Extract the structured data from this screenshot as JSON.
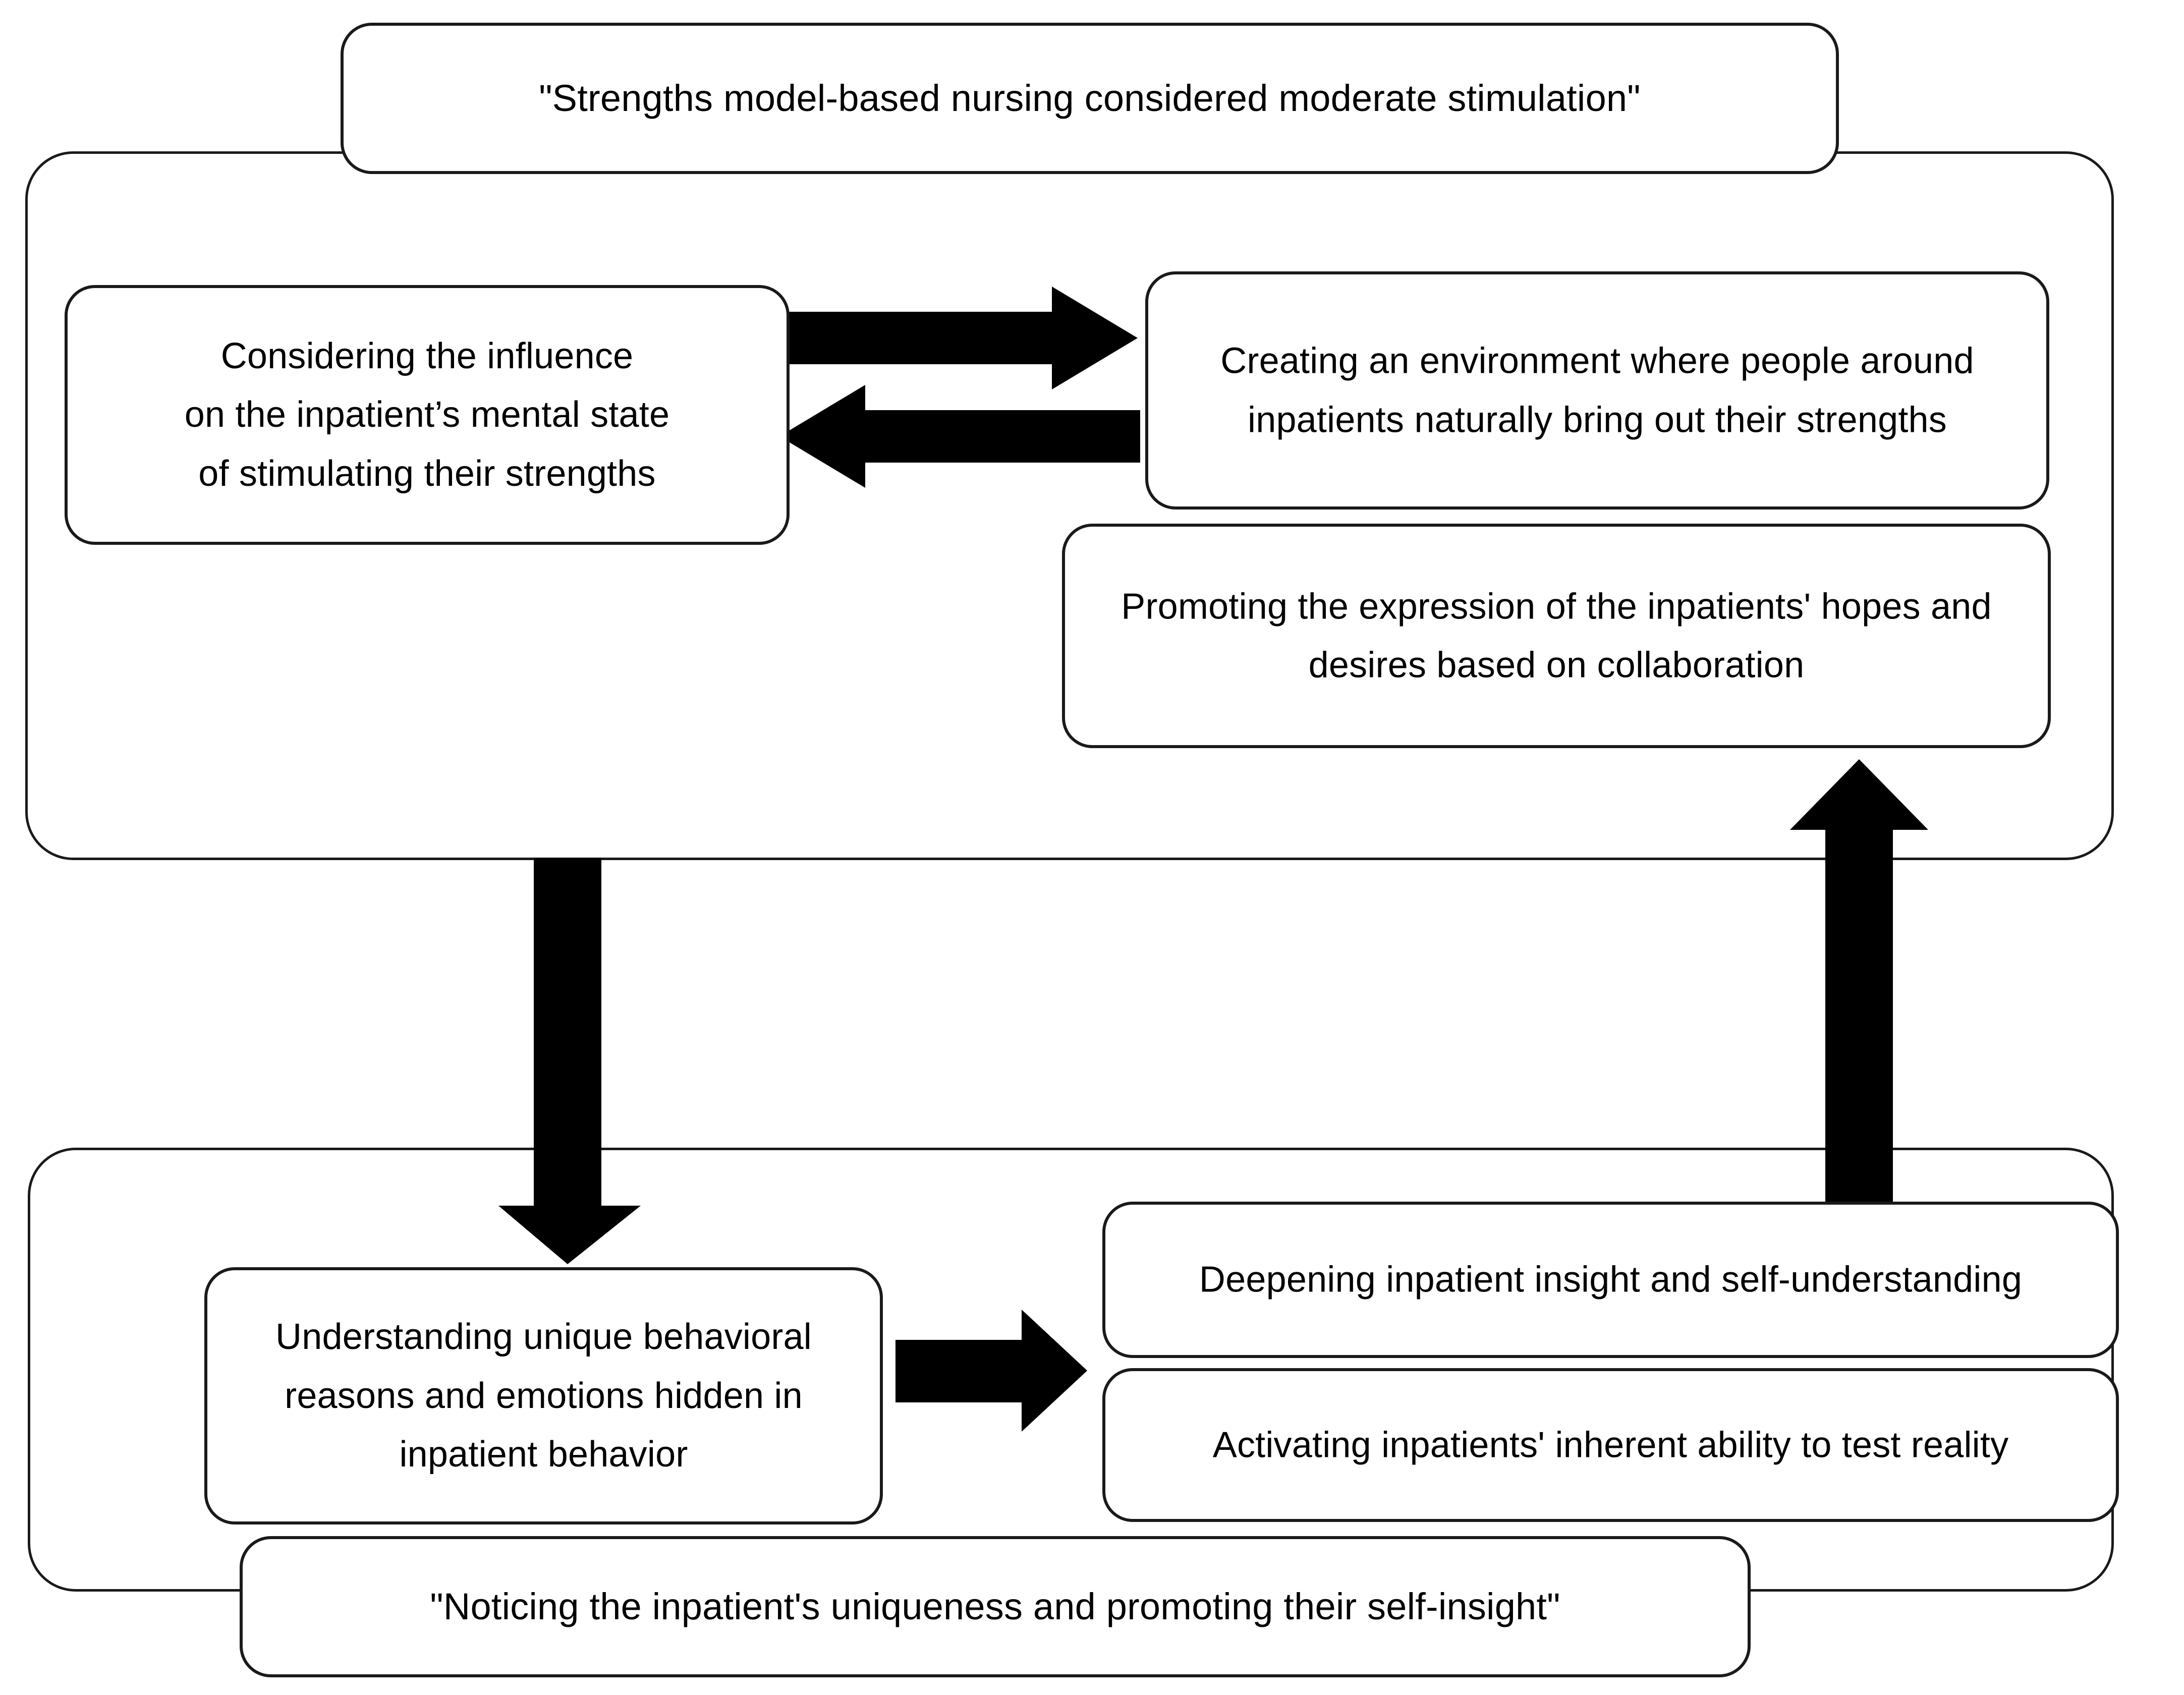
{
  "diagram": {
    "top_section": {
      "caption": "\"Strengths model-based nursing considered moderate stimulation\"",
      "nodes": {
        "influence": "Considering the influence\non the inpatient’s mental state\nof stimulating their strengths",
        "environment": "Creating an environment where people around\ninpatients naturally bring out their strengths",
        "hopes": "Promoting the expression of the inpatients' hopes and\ndesires based on collaboration"
      }
    },
    "bottom_section": {
      "caption": "\"Noticing the inpatient's uniqueness and promoting their self-insight\"",
      "nodes": {
        "understanding": "Understanding unique behavioral\nreasons and emotions hidden in\ninpatient behavior",
        "insight": "Deepening inpatient insight and self-understanding",
        "reality": "Activating inpatients' inherent ability to test reality"
      }
    },
    "arrows": {
      "influence_to_environment": "right-arrow",
      "environment_to_influence": "left-arrow",
      "top_to_bottom": "down-arrow",
      "bottom_to_top": "up-arrow",
      "understanding_to_outcomes": "right-arrow"
    },
    "colors": {
      "stroke": "#1a1a1a",
      "fill": "#ffffff",
      "arrow": "#000000"
    }
  }
}
